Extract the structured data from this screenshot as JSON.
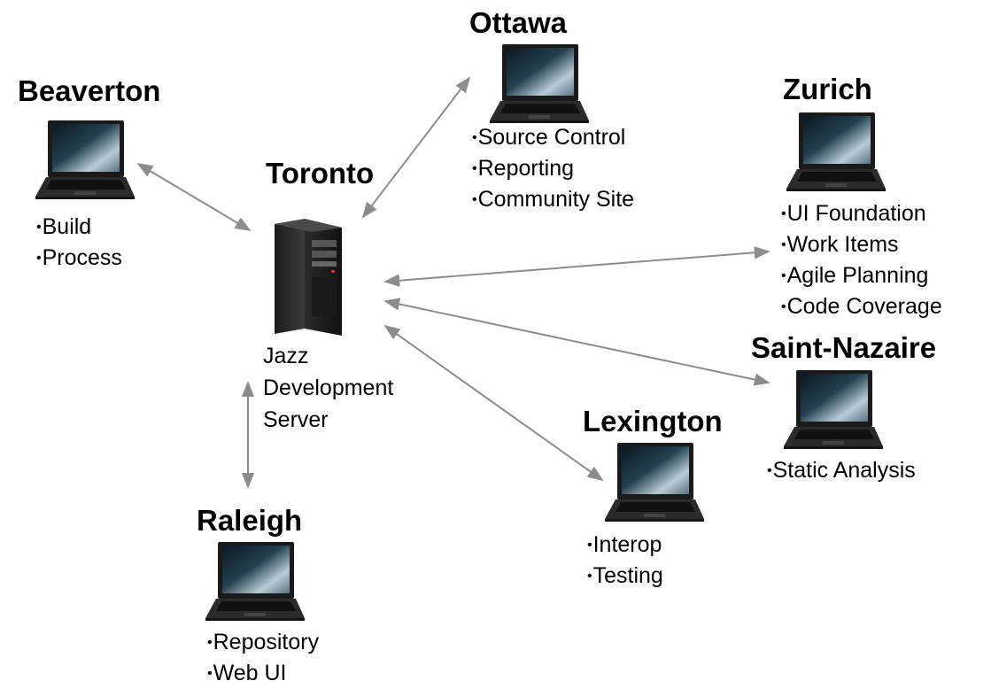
{
  "hub": {
    "title": "Toronto",
    "label_lines": [
      "Jazz",
      "Development",
      "Server"
    ],
    "icon": "server-tower-icon"
  },
  "sites": [
    {
      "id": "beaverton",
      "title": "Beaverton",
      "items": [
        "Build",
        "Process"
      ],
      "icon": "laptop-icon"
    },
    {
      "id": "ottawa",
      "title": "Ottawa",
      "items": [
        "Source Control",
        "Reporting",
        "Community Site"
      ],
      "icon": "laptop-icon"
    },
    {
      "id": "zurich",
      "title": "Zurich",
      "items": [
        "UI Foundation",
        "Work Items",
        "Agile Planning",
        "Code Coverage"
      ],
      "icon": "laptop-icon"
    },
    {
      "id": "saint-nazaire",
      "title": "Saint-Nazaire",
      "items": [
        "Static Analysis"
      ],
      "icon": "laptop-icon"
    },
    {
      "id": "lexington",
      "title": "Lexington",
      "items": [
        "Interop",
        "Testing"
      ],
      "icon": "laptop-icon"
    },
    {
      "id": "raleigh",
      "title": "Raleigh",
      "items": [
        "Repository",
        "Web UI"
      ],
      "icon": "laptop-icon"
    }
  ],
  "colors": {
    "connector": "#8c8c8c",
    "text": "#000000",
    "screen_dark": "#0d1720",
    "screen_light": "#b9cbd6"
  }
}
